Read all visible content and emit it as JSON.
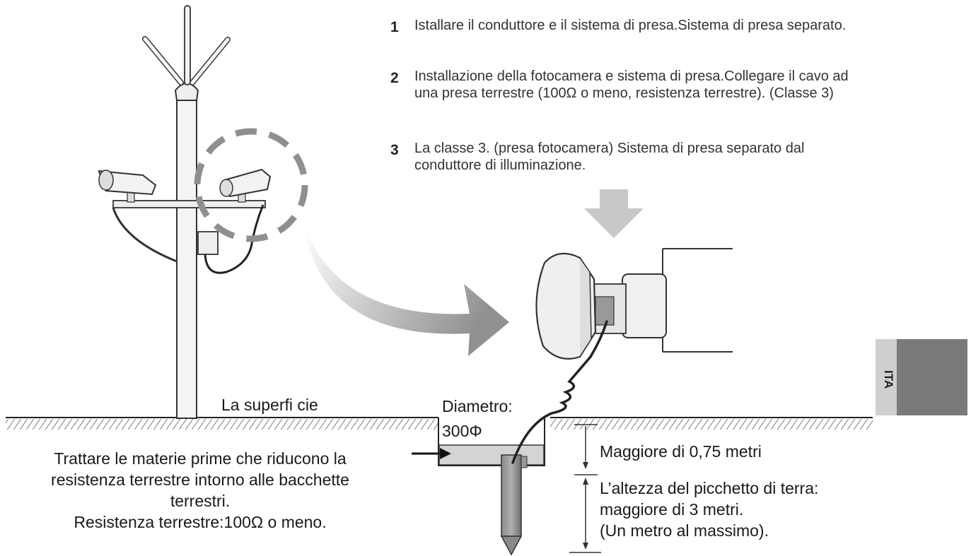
{
  "steps": [
    {
      "num": "1",
      "text": "Istallare il conduttore e il sistema di presa.Sistema di presa separato."
    },
    {
      "num": "2",
      "text": "Installazione della fotocamera e sistema di presa.Collegare il cavo ad una presa terrestre (100Ω o meno, resistenza terrestre). (Classe 3)"
    },
    {
      "num": "3",
      "text": "La classe 3. (presa fotocamera) Sistema di presa separato dal conduttore di illuminazione."
    }
  ],
  "labels": {
    "surface": "La superfi cie",
    "diameter_title": "Diametro:",
    "diameter_value": "300Φ",
    "treat_line1": "Trattare le materie prime che riducono la",
    "treat_line2": "resistenza terrestre intorno alle bacchette",
    "treat_line3": "terrestri.",
    "treat_line4": "Resistenza terrestre:100Ω o meno.",
    "depth": "Maggiore di 0,75 metri",
    "rod_line1": "L’altezza del picchetto di terra:",
    "rod_line2": "maggiore di 3 metri.",
    "rod_line3": "(Un metro al massimo)."
  },
  "side_tab": {
    "text": "ITA"
  }
}
